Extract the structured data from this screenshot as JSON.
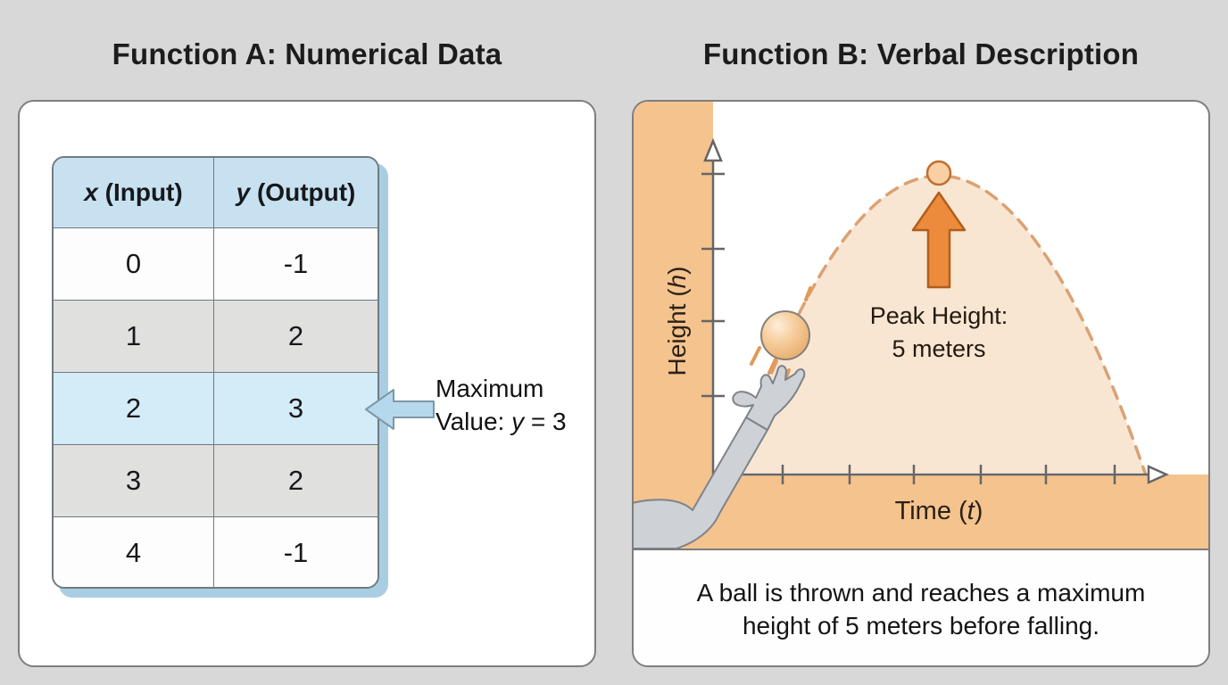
{
  "left_panel": {
    "title": "Function A: Numerical Data",
    "table": {
      "headers": [
        {
          "var": "x",
          "rest": " (Input)"
        },
        {
          "var": "y",
          "rest": " (Output)"
        }
      ],
      "rows": [
        {
          "x": "0",
          "y": "-1",
          "highlight": false
        },
        {
          "x": "1",
          "y": "2",
          "highlight": false
        },
        {
          "x": "2",
          "y": "3",
          "highlight": true
        },
        {
          "x": "3",
          "y": "2",
          "highlight": false
        },
        {
          "x": "4",
          "y": "-1",
          "highlight": false
        }
      ]
    },
    "annotation": {
      "line1": "Maximum",
      "line2_prefix": "Value: ",
      "line2_var": "y",
      "line2_suffix": " = 3"
    }
  },
  "right_panel": {
    "title": "Function B: Verbal Description",
    "y_axis_label_prefix": "Height (",
    "y_axis_label_var": "h",
    "y_axis_label_suffix": ")",
    "x_axis_label_prefix": "Time (",
    "x_axis_label_var": "t",
    "x_axis_label_suffix": ")",
    "peak_line1": "Peak Height:",
    "peak_line2": "5 meters",
    "caption_line1": "A ball is thrown and reaches a maximum",
    "caption_line2": "height of 5 meters before falling."
  },
  "colors": {
    "page_background": "#d8d8d8",
    "card_background": "#ffffff",
    "table_header_blue": "#c8e1f0",
    "table_highlight_blue": "#d4ebf8",
    "table_row_gray": "#e0e0df",
    "table_shadow_blue": "#a9cee3",
    "callout_arrow_blue": "#b5d8ec",
    "wall_ground_orange": "#f5c38e",
    "trajectory_fill_orange": "#f8e6d2",
    "trajectory_dash_orange": "#dba173",
    "peak_arrow_orange": "#ed8b3d",
    "ball_orange": "#f7cf9f",
    "arm_gray": "#ced2d6"
  }
}
